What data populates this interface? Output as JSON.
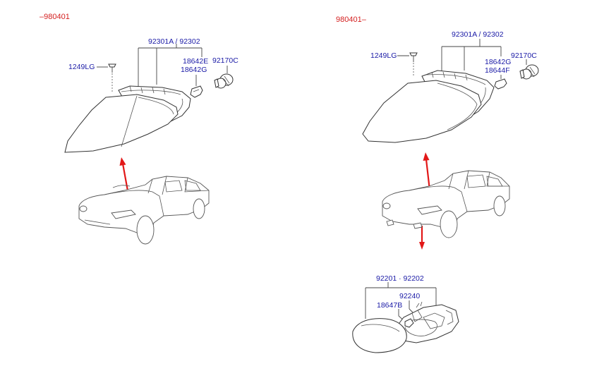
{
  "ranges": {
    "left": "–980401",
    "right": "980401–"
  },
  "left_group": {
    "assembly_label": "92301A / 92302",
    "screw_label": "1249LG",
    "bulb_label_1": "18642E",
    "bulb_label_2": "18642G",
    "socket_label": "92170C"
  },
  "right_group": {
    "assembly_label": "92301A / 92302",
    "screw_label": "1249LG",
    "bulb_label_1": "18642G",
    "bulb_label_2": "18644F",
    "socket_label": "92170C"
  },
  "fog_group": {
    "assembly_label": "92201 · 92202",
    "socket_label": "92240",
    "bulb_label": "18647B"
  },
  "colors": {
    "label": "#1a1aa6",
    "range": "#d42020",
    "arrow": "#e21818"
  }
}
